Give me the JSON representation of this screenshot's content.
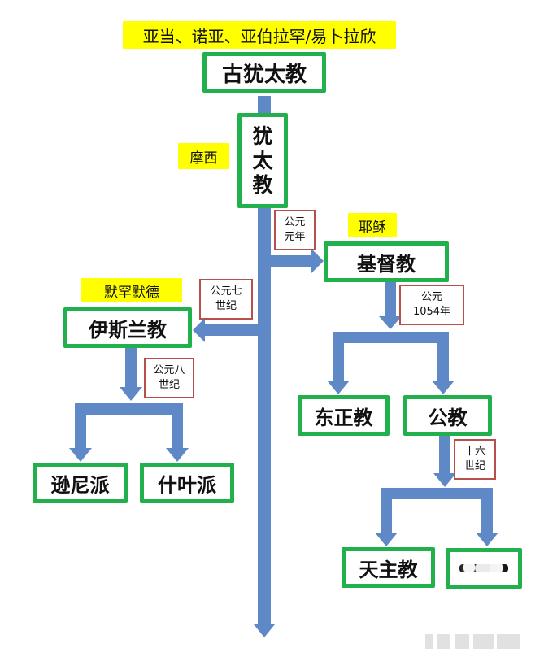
{
  "labels": {
    "top_people": "亚当、诺亚、亚伯拉罕/易卜拉欣",
    "moses": "摩西",
    "jesus": "耶稣",
    "muhammad": "默罕默德"
  },
  "boxes": {
    "ancient_judaism": "古犹太教",
    "judaism_chars": [
      "犹",
      "太",
      "教"
    ],
    "christianity": "基督教",
    "islam": "伊斯兰教",
    "orthodox": "东正教",
    "catholic": "公教",
    "sunni": "逊尼派",
    "shia": "什叶派",
    "catholicism": "天主教",
    "obscured_box": "新教"
  },
  "dates": {
    "year_one": [
      "公元",
      "元年"
    ],
    "seventh_century": [
      "公元七",
      "世纪"
    ],
    "year_1054": [
      "公元",
      "1054年"
    ],
    "eighth_century": [
      "公元八",
      "世纪"
    ],
    "sixteenth_century": [
      "十六",
      "世纪"
    ]
  },
  "colors": {
    "box_border": "#21b04b",
    "label_background": "#ffff00",
    "date_border": "#b5504b",
    "arrow_fill": "#5e89c6",
    "text": "#111111"
  }
}
